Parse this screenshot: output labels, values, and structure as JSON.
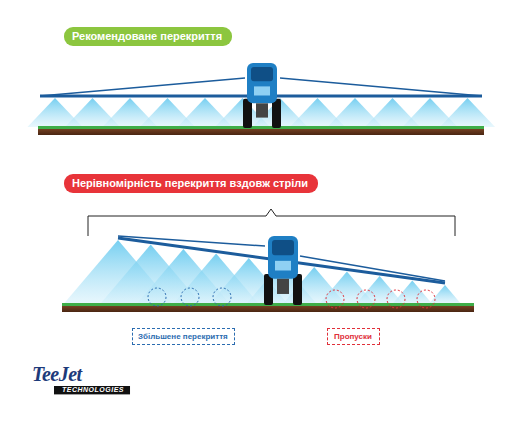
{
  "diagram": {
    "nodes": [
      {
        "text": [
          "Рекомендоване перекриття"
        ]
      },
      {
        "text": [
          "Нерівномірність перекриття вздовж стріли"
        ]
      },
      {
        "text": [
          "Збільшене перекриття"
        ]
      },
      {
        "text": [
          "Пропуски"
        ]
      }
    ],
    "labels": [
      "TeeJet",
      "TECHNOLOGIES"
    ]
  }
}
